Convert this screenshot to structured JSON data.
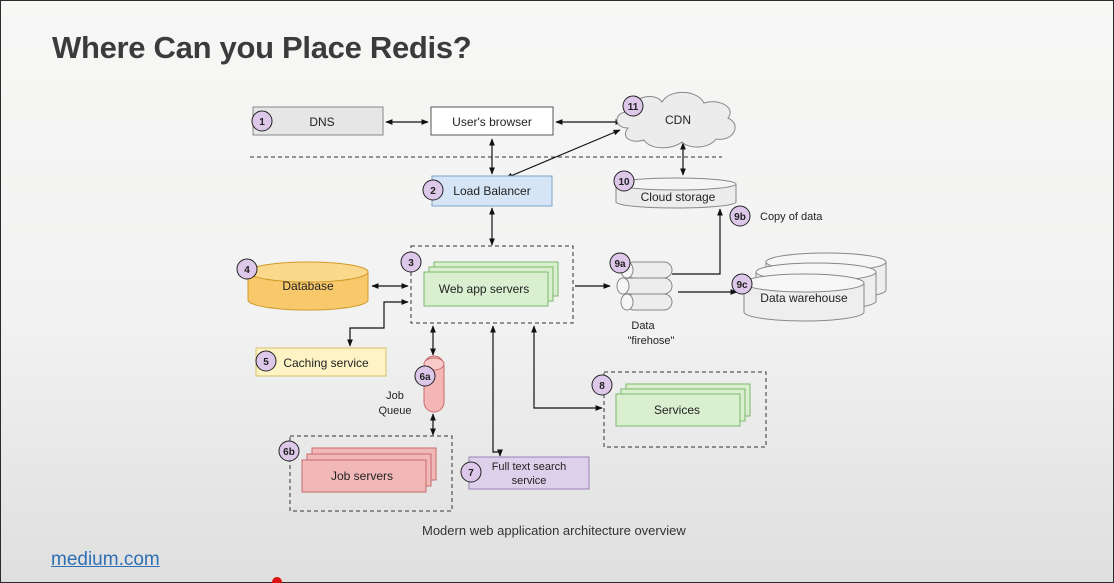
{
  "slide": {
    "title": "Where Can you Place Redis?",
    "caption": "Modern web application architecture overview",
    "source": "medium.com"
  },
  "diagram": {
    "nodes": {
      "dns": {
        "badge": "1",
        "label": "DNS"
      },
      "browser": {
        "label": "User's browser"
      },
      "cdn": {
        "badge": "11",
        "label": "CDN"
      },
      "load_balancer": {
        "badge": "2",
        "label": "Load Balancer"
      },
      "cloud_storage": {
        "badge": "10",
        "label": "Cloud storage"
      },
      "copy_of_data": {
        "badge": "9b",
        "label": "Copy of data"
      },
      "database": {
        "badge": "4",
        "label": "Database"
      },
      "web_app": {
        "badge": "3",
        "label": "Web app servers"
      },
      "firehose": {
        "badge": "9a",
        "label_line1": "Data",
        "label_line2": "\"firehose\""
      },
      "warehouse": {
        "badge": "9c",
        "label": "Data warehouse"
      },
      "caching": {
        "badge": "5",
        "label": "Caching service"
      },
      "job_queue": {
        "badge": "6a",
        "label_line1": "Job",
        "label_line2": "Queue"
      },
      "services": {
        "badge": "8",
        "label": "Services"
      },
      "job_servers": {
        "badge": "6b",
        "label": "Job servers"
      },
      "search": {
        "badge": "7",
        "label_line1": "Full text search",
        "label_line2": "service"
      }
    }
  }
}
